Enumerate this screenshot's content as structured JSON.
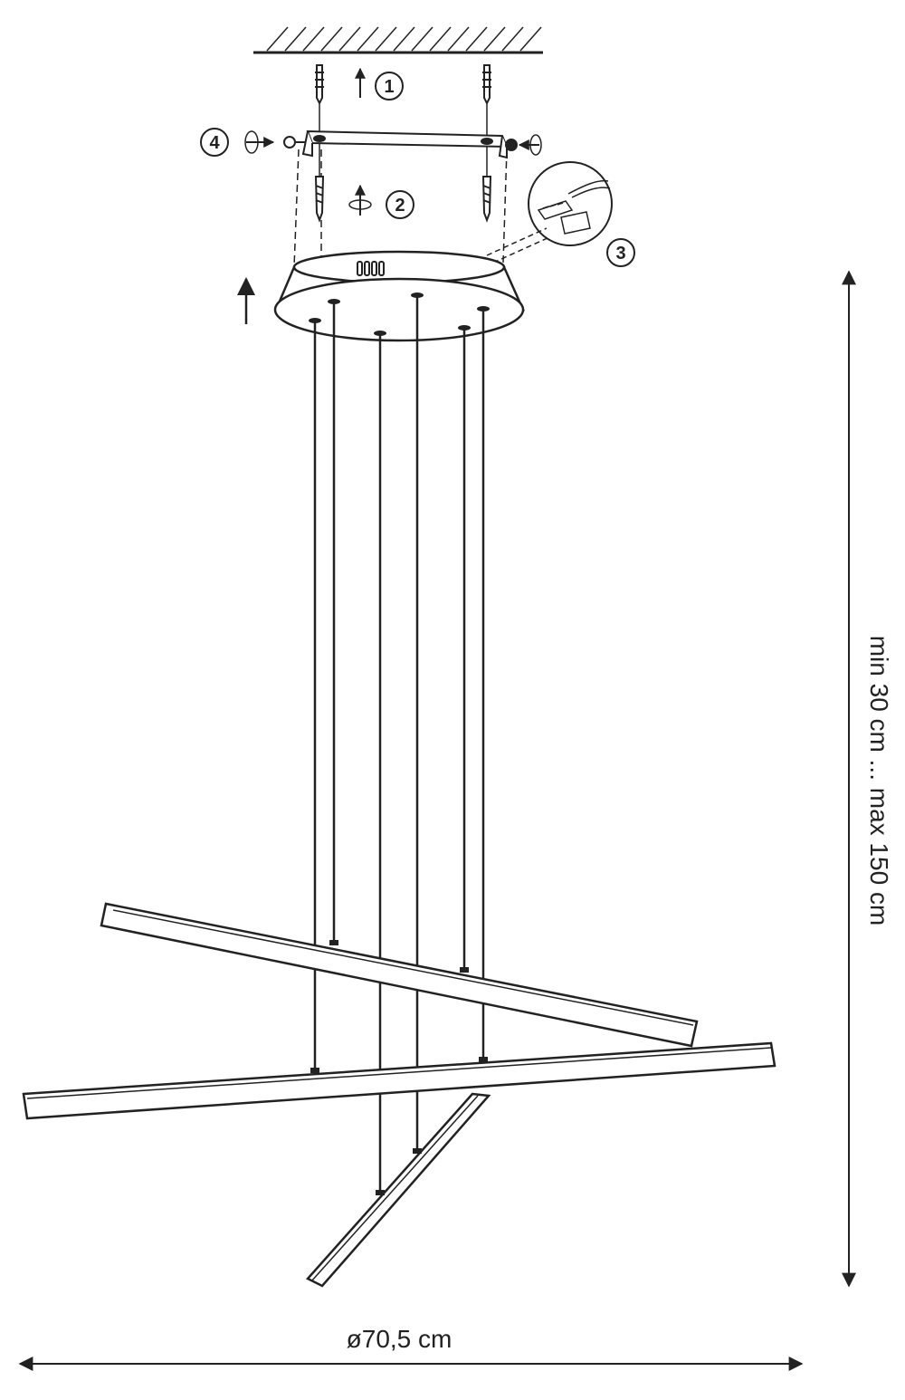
{
  "steps": [
    "1",
    "2",
    "3",
    "4"
  ],
  "dimensions": {
    "height_label": "min 30 cm ... max 150 cm",
    "diameter_label": "ø70,5 cm"
  },
  "colors": {
    "line": "#222222",
    "background": "#ffffff"
  },
  "icons": [
    "ceiling-hatch",
    "wall-plug-icon",
    "screw-icon",
    "rotate-arrow-icon",
    "connector-detail-icon",
    "up-arrow-icon"
  ]
}
